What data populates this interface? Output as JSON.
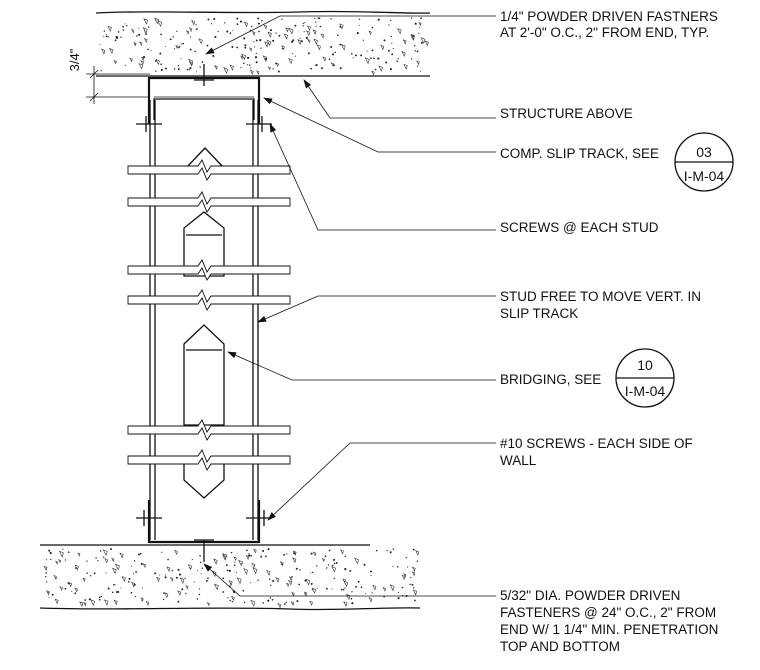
{
  "dimension": {
    "gap": "3/4\""
  },
  "notes": {
    "top_fasteners": [
      "1/4\" POWDER DRIVEN FASTNERS",
      "AT 2'-0\" O.C.,  2\" FROM END, TYP."
    ],
    "structure_above": [
      "STRUCTURE ABOVE"
    ],
    "slip_track": [
      "COMP. SLIP TRACK, SEE"
    ],
    "screws_each_stud": [
      "SCREWS @ EACH STUD"
    ],
    "stud_free": [
      "STUD FREE TO MOVE VERT. IN",
      "SLIP TRACK"
    ],
    "bridging": [
      "BRIDGING, SEE"
    ],
    "no10_screws": [
      "#10 SCREWS - EACH SIDE OF",
      "WALL"
    ],
    "bottom_fasteners": [
      "5/32\" DIA. POWDER DRIVEN",
      "FASTENERS @ 24\" O.C., 2\" FROM",
      "END W/ 1 1/4\" MIN. PENETRATION",
      "TOP AND BOTTOM"
    ]
  },
  "callouts": {
    "slip_track": {
      "detail": "03",
      "sheet": "I-M-04"
    },
    "bridging": {
      "detail": "10",
      "sheet": "I-M-04"
    }
  }
}
